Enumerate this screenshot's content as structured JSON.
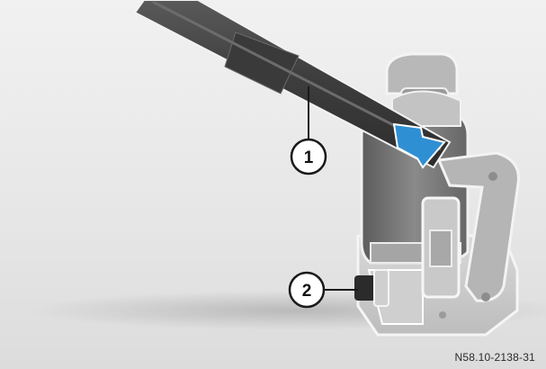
{
  "figure": {
    "reference_code": "N58.10-2138-31",
    "callouts": [
      {
        "number": "1"
      },
      {
        "number": "2"
      }
    ],
    "colors": {
      "background": "#e9e9e9",
      "rod": "#4a4a4a",
      "jack_body": "#7b7b7b",
      "arrow": "#2f8fd3",
      "outline": "#ffffff"
    }
  }
}
